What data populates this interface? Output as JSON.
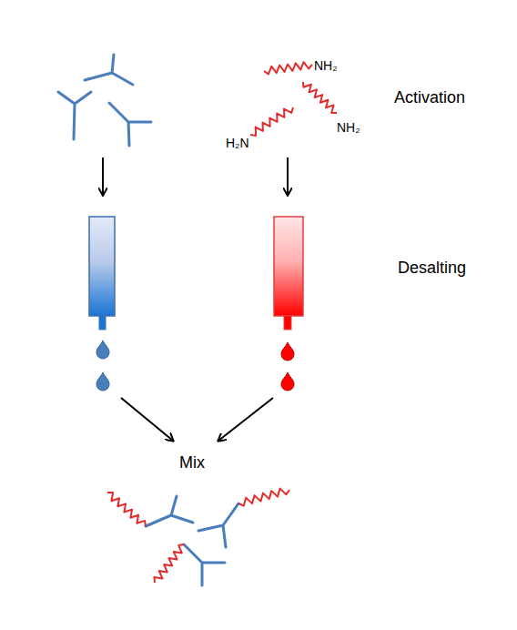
{
  "diagram": {
    "labels": [
      "NH₂",
      "Activation",
      "H₂N",
      "NH₂",
      "Desalting",
      "Mix"
    ]
  }
}
